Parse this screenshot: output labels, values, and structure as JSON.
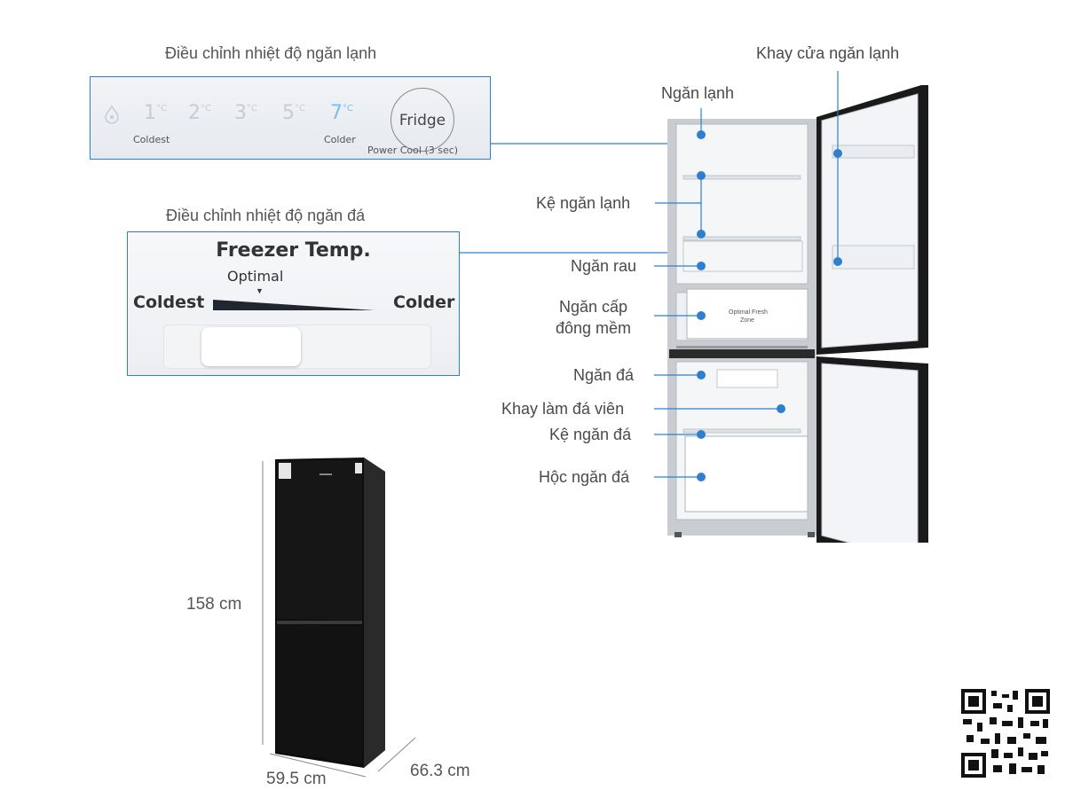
{
  "fridge_control": {
    "title": "Điều chỉnh nhiệt độ ngăn lạnh",
    "temps": [
      "1",
      "2",
      "3",
      "5",
      "7"
    ],
    "unit": "°C",
    "coldest": "Coldest",
    "colder": "Colder",
    "button": "Fridge",
    "power_cool": "Power Cool (3 sec)"
  },
  "freezer_control": {
    "title": "Điều chỉnh nhiệt độ ngăn đá",
    "panel_title": "Freezer Temp.",
    "optimal": "Optimal",
    "coldest": "Coldest",
    "colder": "Colder"
  },
  "callouts": {
    "door_tray": "Khay cửa ngăn lạnh",
    "fridge": "Ngăn lạnh",
    "fridge_shelf": "Kệ ngăn lạnh",
    "veg_drawer": "Ngăn rau",
    "soft_freeze_1": "Ngăn cấp",
    "soft_freeze_2": "đông mềm",
    "freezer": "Ngăn đá",
    "ice_tray": "Khay làm đá viên",
    "freezer_shelf": "Kệ ngăn đá",
    "freezer_drawer": "Hộc ngăn đá"
  },
  "appliance_text": {
    "drawer_label_1": "Optimal Fresh",
    "drawer_label_2": "Zone"
  },
  "dimensions": {
    "height": "158 cm",
    "width": "59.5 cm",
    "depth": "66.3 cm"
  },
  "colors": {
    "accent": "#2f7fd0",
    "dot": "#2f7fd0",
    "fridge_body": "#111111"
  }
}
